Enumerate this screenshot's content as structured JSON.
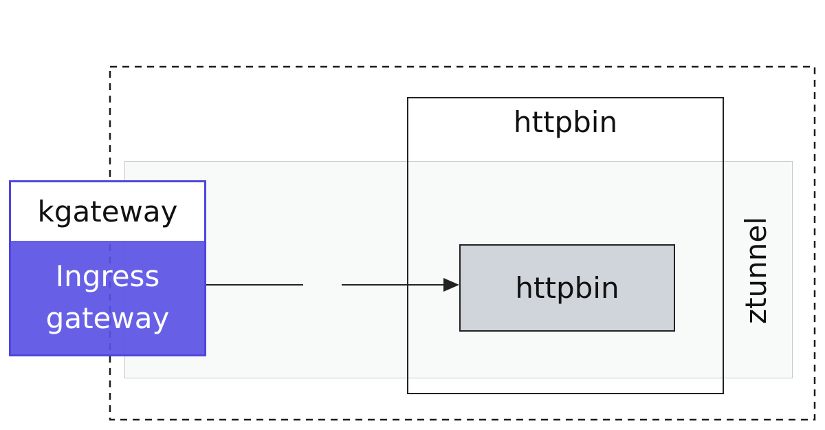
{
  "diagram": {
    "title_hint": "kgateway ingress to httpbin through ztunnel (ambient mesh)",
    "kgateway": {
      "subgraph_title": "kgateway",
      "node_label": "Ingress gateway"
    },
    "httpbin_namespace": {
      "title": "httpbin",
      "node_label": "httpbin"
    },
    "ztunnel": {
      "label": "ztunnel"
    }
  },
  "colors": {
    "accent_purple": "#4f46dd",
    "purple_fill": "#5a52e5",
    "node_gray": "#d0d4db",
    "band_fill": "#f8f9f9",
    "band_border": "#c6c9c9",
    "line_black": "#222222",
    "text_black": "#111111",
    "text_white": "#ffffff"
  }
}
